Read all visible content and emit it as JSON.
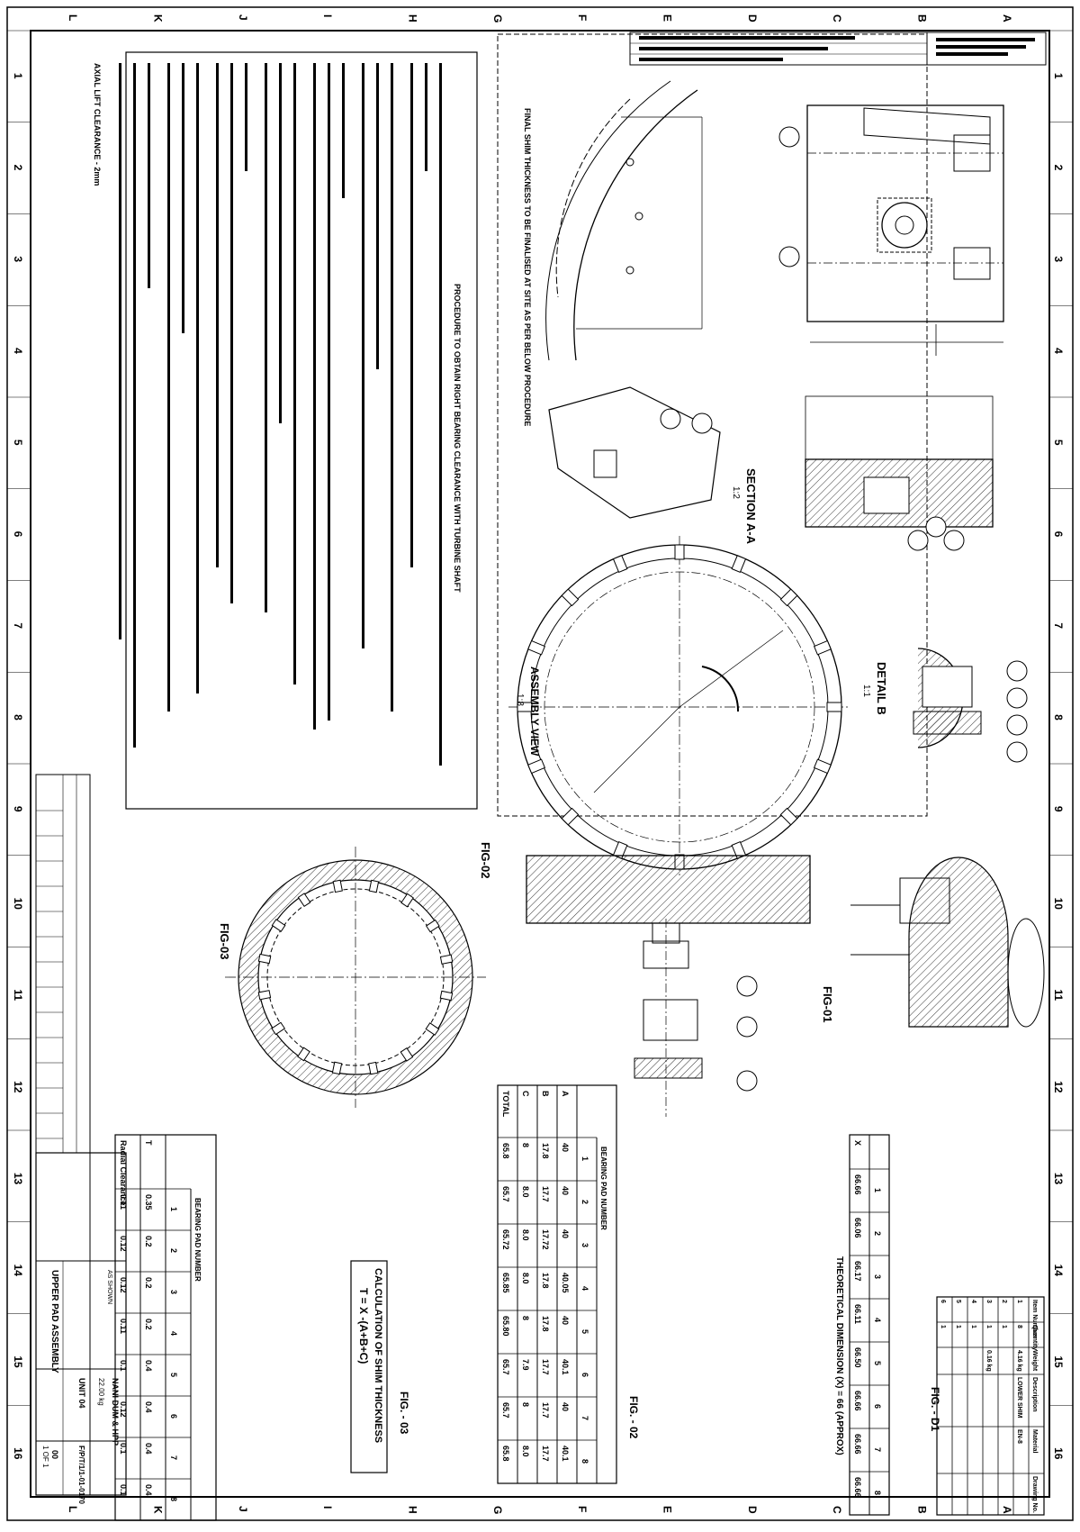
{
  "border": {
    "row_letters_left": [
      "L",
      "K",
      "J",
      "I",
      "H",
      "G",
      "F",
      "E",
      "D",
      "C",
      "B",
      "A"
    ],
    "column_numbers": [
      "1",
      "2",
      "3",
      "4",
      "5",
      "6",
      "7",
      "8",
      "9",
      "10",
      "11",
      "12",
      "13",
      "14",
      "15",
      "16"
    ]
  },
  "figures": {
    "fig01": "FIG-01",
    "fig02": "FIG-02",
    "fig03": "FIG-03",
    "section_aa": "SECTION A-A",
    "section_aa_scale": "1:2",
    "detail_b": "DETAIL B",
    "detail_b_scale": "1:1",
    "assembly_view": "ASSEMBLY VIEW",
    "assembly_view_scale": "1:8",
    "final_note": "FINAL SHIM THICKNESS TO BE FINALISED AT SITE AS PER BELOW PROCEDURE"
  },
  "procedure": {
    "title": "PROCEDURE TO OBTAIN RIGHT BEARING CLEARANCE WITH TURBINE SHAFT",
    "axial_lift": "AXIAL LIFT CLEARANCE - 2mm"
  },
  "fig_d1": {
    "title": "FIG. - D1",
    "subtitle": "THEORETICAL DIMENSION (X) = 66 (APPROX)",
    "row_label": "X",
    "cols": [
      "1",
      "2",
      "3",
      "4",
      "5",
      "6",
      "7",
      "8"
    ],
    "values": [
      "66.66",
      "66.06",
      "66.17",
      "66.11",
      "66.50",
      "66.66",
      "66.66",
      "66.66"
    ]
  },
  "fig_02": {
    "title": "FIG. - 02",
    "header": "BEARING PAD NUMBER",
    "cols": [
      "1",
      "2",
      "3",
      "4",
      "5",
      "6",
      "7",
      "8"
    ],
    "rows": [
      {
        "label": "A",
        "values": [
          "40",
          "40",
          "40",
          "40.05",
          "40",
          "40.1",
          "40",
          "40.1"
        ]
      },
      {
        "label": "B",
        "values": [
          "17.8",
          "17.7",
          "17.72",
          "17.8",
          "17.8",
          "17.7",
          "17.7",
          "17.7"
        ]
      },
      {
        "label": "C",
        "values": [
          "8",
          "8.0",
          "8.0",
          "8.0",
          "8",
          "7.9",
          "8",
          "8.0"
        ]
      },
      {
        "label": "TOTAL",
        "values": [
          "65.8",
          "65.7",
          "65.72",
          "65.85",
          "65.80",
          "65.7",
          "65.7",
          "65.8"
        ]
      }
    ]
  },
  "fig_03": {
    "title": "FIG. - 03",
    "calc_title": "CALCULATION OF SHIM THICKNESS",
    "formula": "T = X -(A+B+C)",
    "header": "BEARING PAD NUMBER",
    "cols": [
      "1",
      "2",
      "3",
      "4",
      "5",
      "6",
      "7",
      "8"
    ],
    "rows": [
      {
        "label": "T",
        "values": [
          "0.35",
          "0.2",
          "0.2",
          "0.2",
          "0.4",
          "0.4",
          "0.4",
          "0.4"
        ]
      },
      {
        "label": "Radial Clearance",
        "values": [
          "0.11",
          "0.12",
          "0.12",
          "0.11",
          "0.1",
          "0.12",
          "0.1",
          "0.1"
        ]
      }
    ]
  },
  "parts_list": {
    "headers": [
      "Item Number",
      "Quantity",
      "Weight",
      "Description",
      "Material",
      "Drawing No."
    ],
    "rows": [
      [
        "1",
        "8",
        "4.16 kg",
        "LOWER SHIM",
        "EN-8",
        ""
      ],
      [
        "2",
        "1",
        "",
        "",
        "",
        ""
      ],
      [
        "3",
        "1",
        "0.16 kg",
        "",
        "",
        ""
      ],
      [
        "4",
        "1",
        "",
        "",
        "",
        ""
      ],
      [
        "5",
        "1",
        "",
        "",
        "",
        ""
      ],
      [
        "6",
        "1",
        "",
        "",
        "",
        ""
      ]
    ]
  },
  "title_block": {
    "project": "NANI DUM & HPP",
    "unit": "UNIT 04",
    "title": "UPPER PAD ASSEMBLY",
    "drawing_no": "F/P/T/1/1-01-0170",
    "sheet": "1 OF 1",
    "revision": "00",
    "scale": "AS SHOWN",
    "weight": "22.00 kg"
  }
}
